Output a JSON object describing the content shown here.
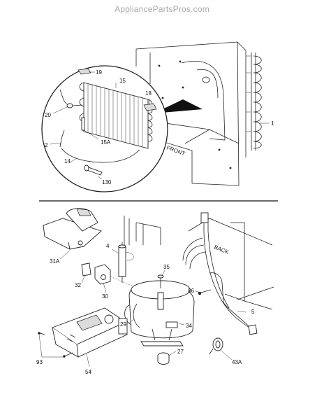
{
  "watermark": "AppliancePartsPros.com",
  "cabinet_labels": {
    "front": "FRONT",
    "back": "BACK"
  },
  "part_labels": [
    {
      "id": "p19",
      "text": "19"
    },
    {
      "id": "p15",
      "text": "15"
    },
    {
      "id": "p18",
      "text": "18"
    },
    {
      "id": "p20",
      "text": "20"
    },
    {
      "id": "p15a",
      "text": "15A"
    },
    {
      "id": "p2",
      "text": "2"
    },
    {
      "id": "p14",
      "text": "14"
    },
    {
      "id": "p130",
      "text": "130"
    },
    {
      "id": "p1",
      "text": "1"
    },
    {
      "id": "p31a",
      "text": "31A"
    },
    {
      "id": "p4",
      "text": "4"
    },
    {
      "id": "p32",
      "text": "32"
    },
    {
      "id": "p30",
      "text": "30"
    },
    {
      "id": "p35",
      "text": "35"
    },
    {
      "id": "p86",
      "text": "86"
    },
    {
      "id": "p5",
      "text": "5"
    },
    {
      "id": "p29",
      "text": "29"
    },
    {
      "id": "p34",
      "text": "34"
    },
    {
      "id": "p27",
      "text": "27"
    },
    {
      "id": "p43a",
      "text": "43A"
    },
    {
      "id": "p93",
      "text": "93"
    },
    {
      "id": "p54",
      "text": "54"
    }
  ]
}
